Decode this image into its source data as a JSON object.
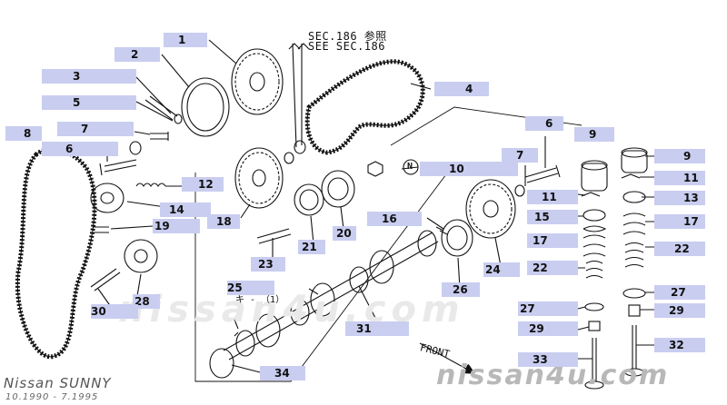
{
  "header": {
    "sec_line1": "SEC.186 参照",
    "sec_line2": "SEE SEC.186"
  },
  "key_note": "キ - （1）",
  "circle_mark": "N",
  "front_label": "FRONT",
  "footer": {
    "car": "Nissan SUNNY",
    "dates": "10.1990  -  7.1995",
    "watermark": "nissan4u.com",
    "watermark_big": "nissan4u.com"
  },
  "callouts": [
    {
      "id": "c1",
      "label": "1"
    },
    {
      "id": "c2",
      "label": "2"
    },
    {
      "id": "c3",
      "label": "3"
    },
    {
      "id": "c4",
      "label": "4"
    },
    {
      "id": "c5",
      "label": "5"
    },
    {
      "id": "c6a",
      "label": "6"
    },
    {
      "id": "c6b",
      "label": "6"
    },
    {
      "id": "c7a",
      "label": "7"
    },
    {
      "id": "c7b",
      "label": "7"
    },
    {
      "id": "c8",
      "label": "8"
    },
    {
      "id": "c9a",
      "label": "9"
    },
    {
      "id": "c9b",
      "label": "9"
    },
    {
      "id": "c10",
      "label": "10"
    },
    {
      "id": "c11a",
      "label": "11"
    },
    {
      "id": "c11b",
      "label": "11"
    },
    {
      "id": "c12",
      "label": "12"
    },
    {
      "id": "c13",
      "label": "13"
    },
    {
      "id": "c14",
      "label": "14"
    },
    {
      "id": "c15",
      "label": "15"
    },
    {
      "id": "c16",
      "label": "16"
    },
    {
      "id": "c17a",
      "label": "17"
    },
    {
      "id": "c17b",
      "label": "17"
    },
    {
      "id": "c18",
      "label": "18"
    },
    {
      "id": "c19",
      "label": "19"
    },
    {
      "id": "c20",
      "label": "20"
    },
    {
      "id": "c21",
      "label": "21"
    },
    {
      "id": "c22a",
      "label": "22"
    },
    {
      "id": "c22b",
      "label": "22"
    },
    {
      "id": "c23",
      "label": "23"
    },
    {
      "id": "c24",
      "label": "24"
    },
    {
      "id": "c25",
      "label": "25"
    },
    {
      "id": "c26",
      "label": "26"
    },
    {
      "id": "c27a",
      "label": "27"
    },
    {
      "id": "c27b",
      "label": "27"
    },
    {
      "id": "c28",
      "label": "28"
    },
    {
      "id": "c29a",
      "label": "29"
    },
    {
      "id": "c29b",
      "label": "29"
    },
    {
      "id": "c30",
      "label": "30"
    },
    {
      "id": "c31",
      "label": "31"
    },
    {
      "id": "c32",
      "label": "32"
    },
    {
      "id": "c33",
      "label": "33"
    },
    {
      "id": "c34",
      "label": "34"
    }
  ]
}
